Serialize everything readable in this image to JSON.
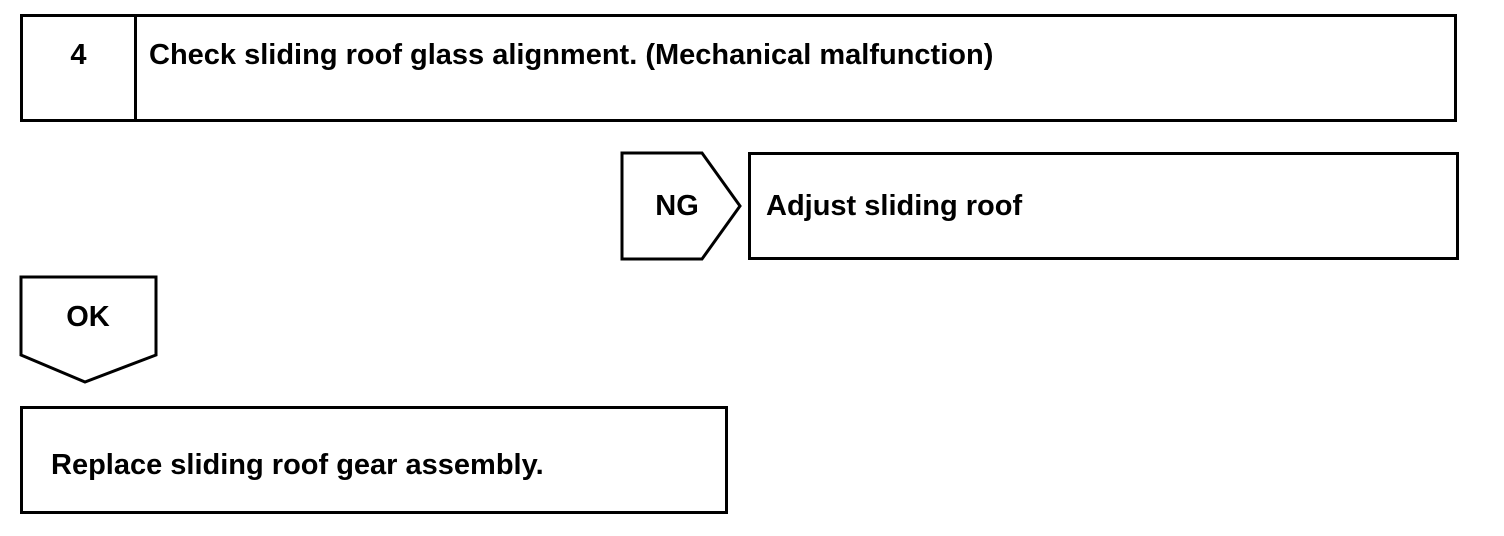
{
  "step": {
    "number": "4",
    "title": "Check sliding roof glass alignment. (Mechanical malfunction)"
  },
  "ng_branch": {
    "label": "NG",
    "action": "Adjust sliding roof"
  },
  "ok_branch": {
    "label": "OK",
    "action": "Replace sliding roof gear assembly."
  }
}
